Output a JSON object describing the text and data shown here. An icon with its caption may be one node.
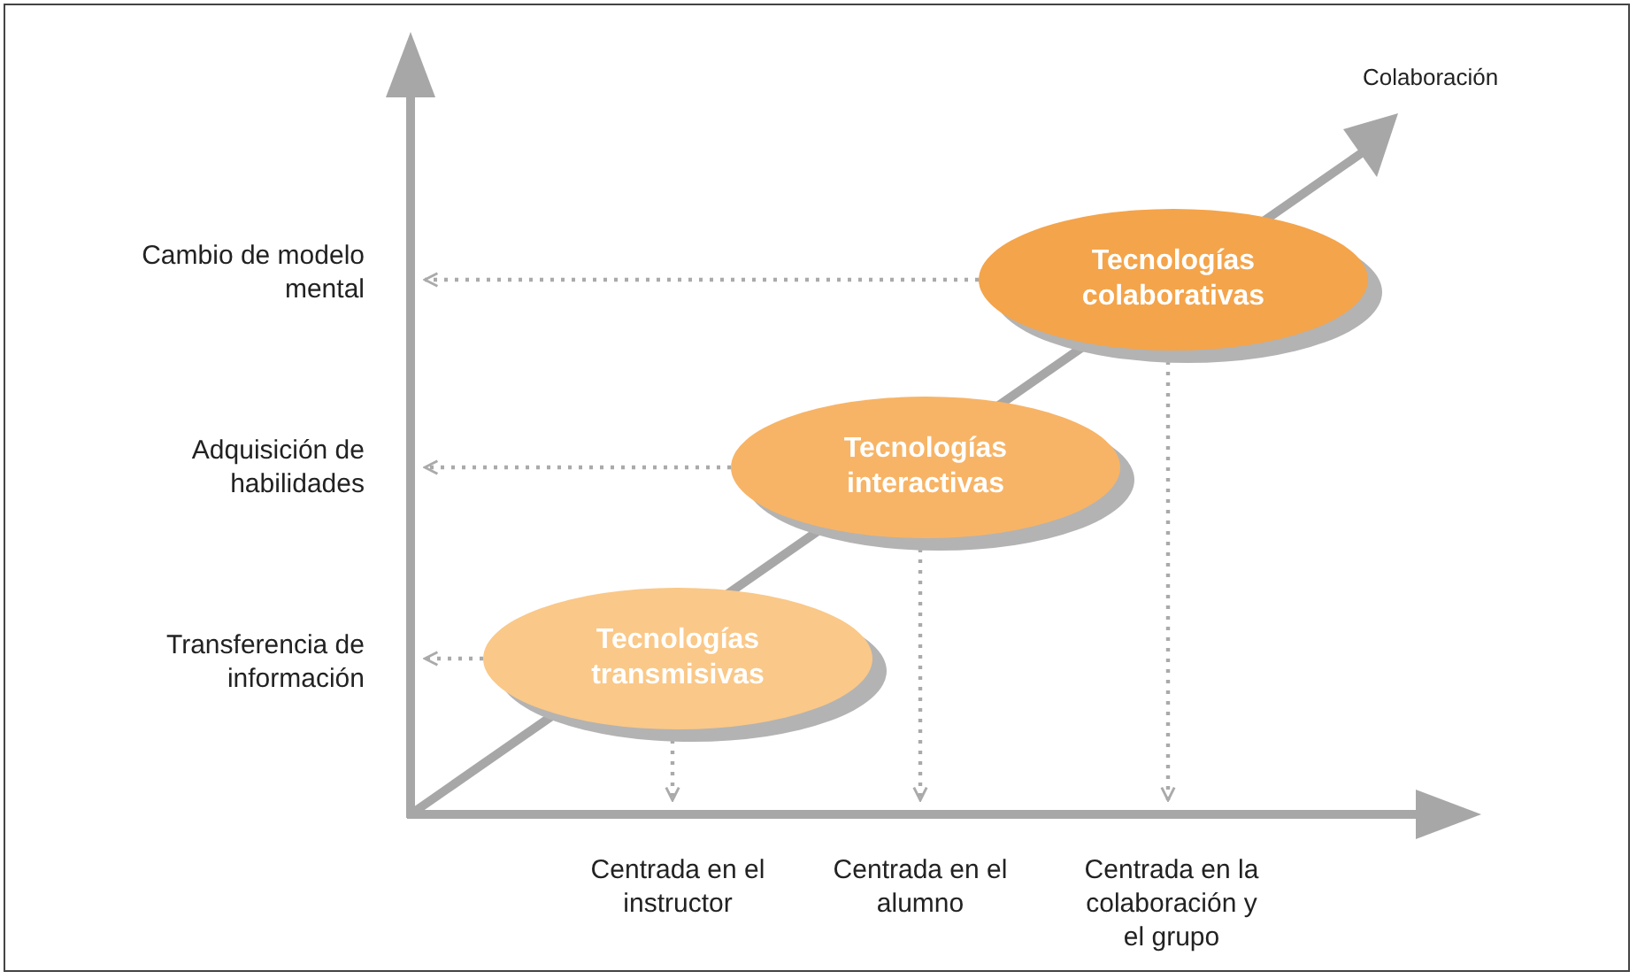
{
  "diagram": {
    "nodes": [
      {
        "text": [
          "Cambio de modelo mental"
        ]
      },
      {
        "text": [
          "Adquisición de habilidades"
        ]
      },
      {
        "text": [
          "Transferencia de información"
        ]
      },
      {
        "text": [
          "Tecnologías colaborativas"
        ]
      },
      {
        "text": [
          "Tecnologías interactivas"
        ]
      },
      {
        "text": [
          "Tecnologías transmisivas"
        ]
      },
      {
        "text": [
          "Centrada en el instructor"
        ]
      },
      {
        "text": [
          "Centrada en el alumno"
        ]
      },
      {
        "text": [
          "Centrada en la colaboración y el grupo"
        ]
      }
    ],
    "edges": [
      {
        "from": 3,
        "to": 0,
        "arrow": "to",
        "style": "dashed"
      },
      {
        "from": 4,
        "to": 1,
        "arrow": "to",
        "style": "dashed"
      },
      {
        "from": 5,
        "to": 2,
        "arrow": "to",
        "style": "dashed"
      },
      {
        "from": 5,
        "to": 6,
        "arrow": "to",
        "style": "dashed"
      },
      {
        "from": 4,
        "to": 7,
        "arrow": "to",
        "style": "dashed"
      },
      {
        "from": 3,
        "to": 8,
        "arrow": "to",
        "style": "dashed"
      }
    ],
    "labels": [
      "Colaboración"
    ]
  }
}
